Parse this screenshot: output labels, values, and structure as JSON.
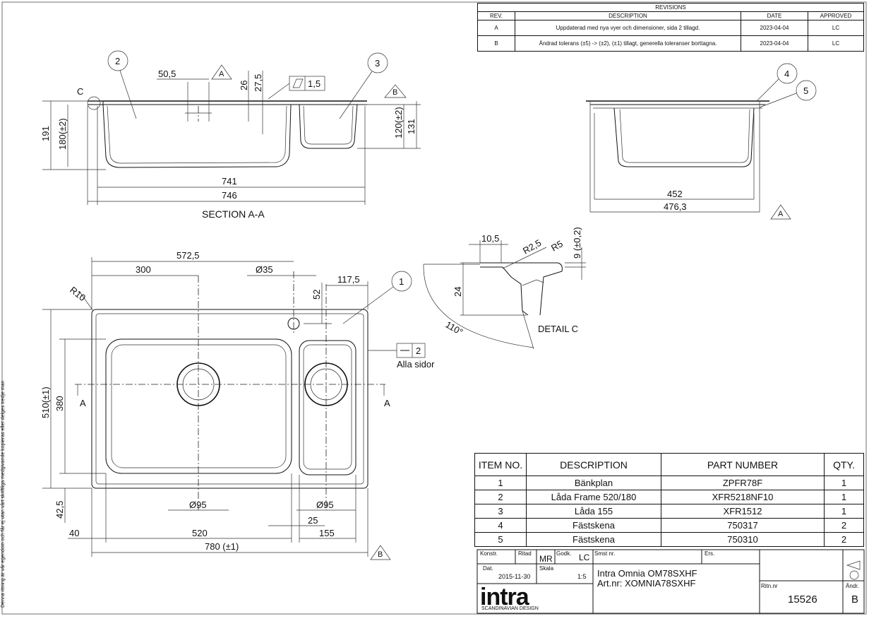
{
  "revisions": {
    "caption": "REVISIONS",
    "headers": {
      "rev": "REV.",
      "description": "DESCRIPTION",
      "date": "DATE",
      "approved": "APPROVED"
    },
    "rows": [
      {
        "rev": "A",
        "description": "Uppdaterad med nya vyer och dimensioner, sida 2 tillagd.",
        "date": "2023-04-04",
        "approved": "LC"
      },
      {
        "rev": "B",
        "description": "Ändrad tolerans (±5) -> (±2), (±1) tillagt, generella toleranser borttagna.",
        "date": "2023-04-04",
        "approved": "LC"
      }
    ]
  },
  "section_view": {
    "title": "SECTION A-A",
    "callouts": [
      "2",
      "3"
    ],
    "detail_letter": "C",
    "section_letter_a": "A",
    "section_letter_b": "B",
    "flatness_value": "1,5",
    "dims": {
      "d50_5": "50,5",
      "d26": "26",
      "d27_5": "27,5",
      "d191": "191",
      "d180": "180(±2)",
      "d120": "120(±2)",
      "d131": "131",
      "d741": "741",
      "d746": "746"
    }
  },
  "side_view": {
    "callouts": [
      "4",
      "5"
    ],
    "datum": "A",
    "dims": {
      "d452": "452",
      "d476_3": "476,3"
    }
  },
  "detail_c": {
    "title": "DETAIL C",
    "dims": {
      "d10_5": "10,5",
      "r2_5": "R2,5",
      "r5": "R5",
      "d9": "9 (±0,2)",
      "d24": "24",
      "d110": "110°"
    }
  },
  "top_view": {
    "callout": "1",
    "section_mark": "A",
    "datum": "B",
    "flatness_value": "2",
    "flatness_note": "Alla sidor",
    "dims": {
      "d572_5": "572,5",
      "d300": "300",
      "d35": "Ø35",
      "d117_5": "117,5",
      "d52": "52",
      "r10": "R10",
      "d510": "510(±1)",
      "d380": "380",
      "d42_5": "42,5",
      "d95a": "Ø95",
      "d95b": "Ø95",
      "d25": "25",
      "d40": "40",
      "d520": "520",
      "d155": "155",
      "d780": "780 (±1)"
    }
  },
  "bom": {
    "headers": {
      "item": "ITEM NO.",
      "description": "DESCRIPTION",
      "part": "PART NUMBER",
      "qty": "QTY."
    },
    "rows": [
      {
        "item": "1",
        "description": "Bänkplan",
        "part": "ZPFR78F",
        "qty": "1"
      },
      {
        "item": "2",
        "description": "Låda Frame 520/180",
        "part": "XFR5218NF10",
        "qty": "1"
      },
      {
        "item": "3",
        "description": "Låda 155",
        "part": "XFR1512",
        "qty": "1"
      },
      {
        "item": "4",
        "description": "Fästskena",
        "part": "750317",
        "qty": "2"
      },
      {
        "item": "5",
        "description": "Fästskena",
        "part": "750310",
        "qty": "2"
      }
    ]
  },
  "title_block": {
    "konstr_label": "Konstr.",
    "ritad_label": "Ritad",
    "ritad_value": "MR",
    "godk_label": "Godk.",
    "godk_value": "LC",
    "smst_label": "Smst nr.",
    "ers_label": "Ers.",
    "dat_label": "Dat.",
    "dat_value": "2015-11-30",
    "skala_label": "Skala",
    "skala_value": "1:5",
    "product_name": "Intra Omnia OM78SXHF",
    "art_nr": "Art.nr: XOMNIA78SXHF",
    "ritn_label": "Ritn.nr",
    "ritn_value": "15526",
    "andr_label": "Ändr.",
    "andr_value": "B",
    "logo_text": "intra",
    "logo_sub": "SCANDINAVIAN DESIGN"
  },
  "side_note": "Denna ritning är vår egendom och får ej utan vårt skriftliga medgivande kopieras eller delges tredje man"
}
